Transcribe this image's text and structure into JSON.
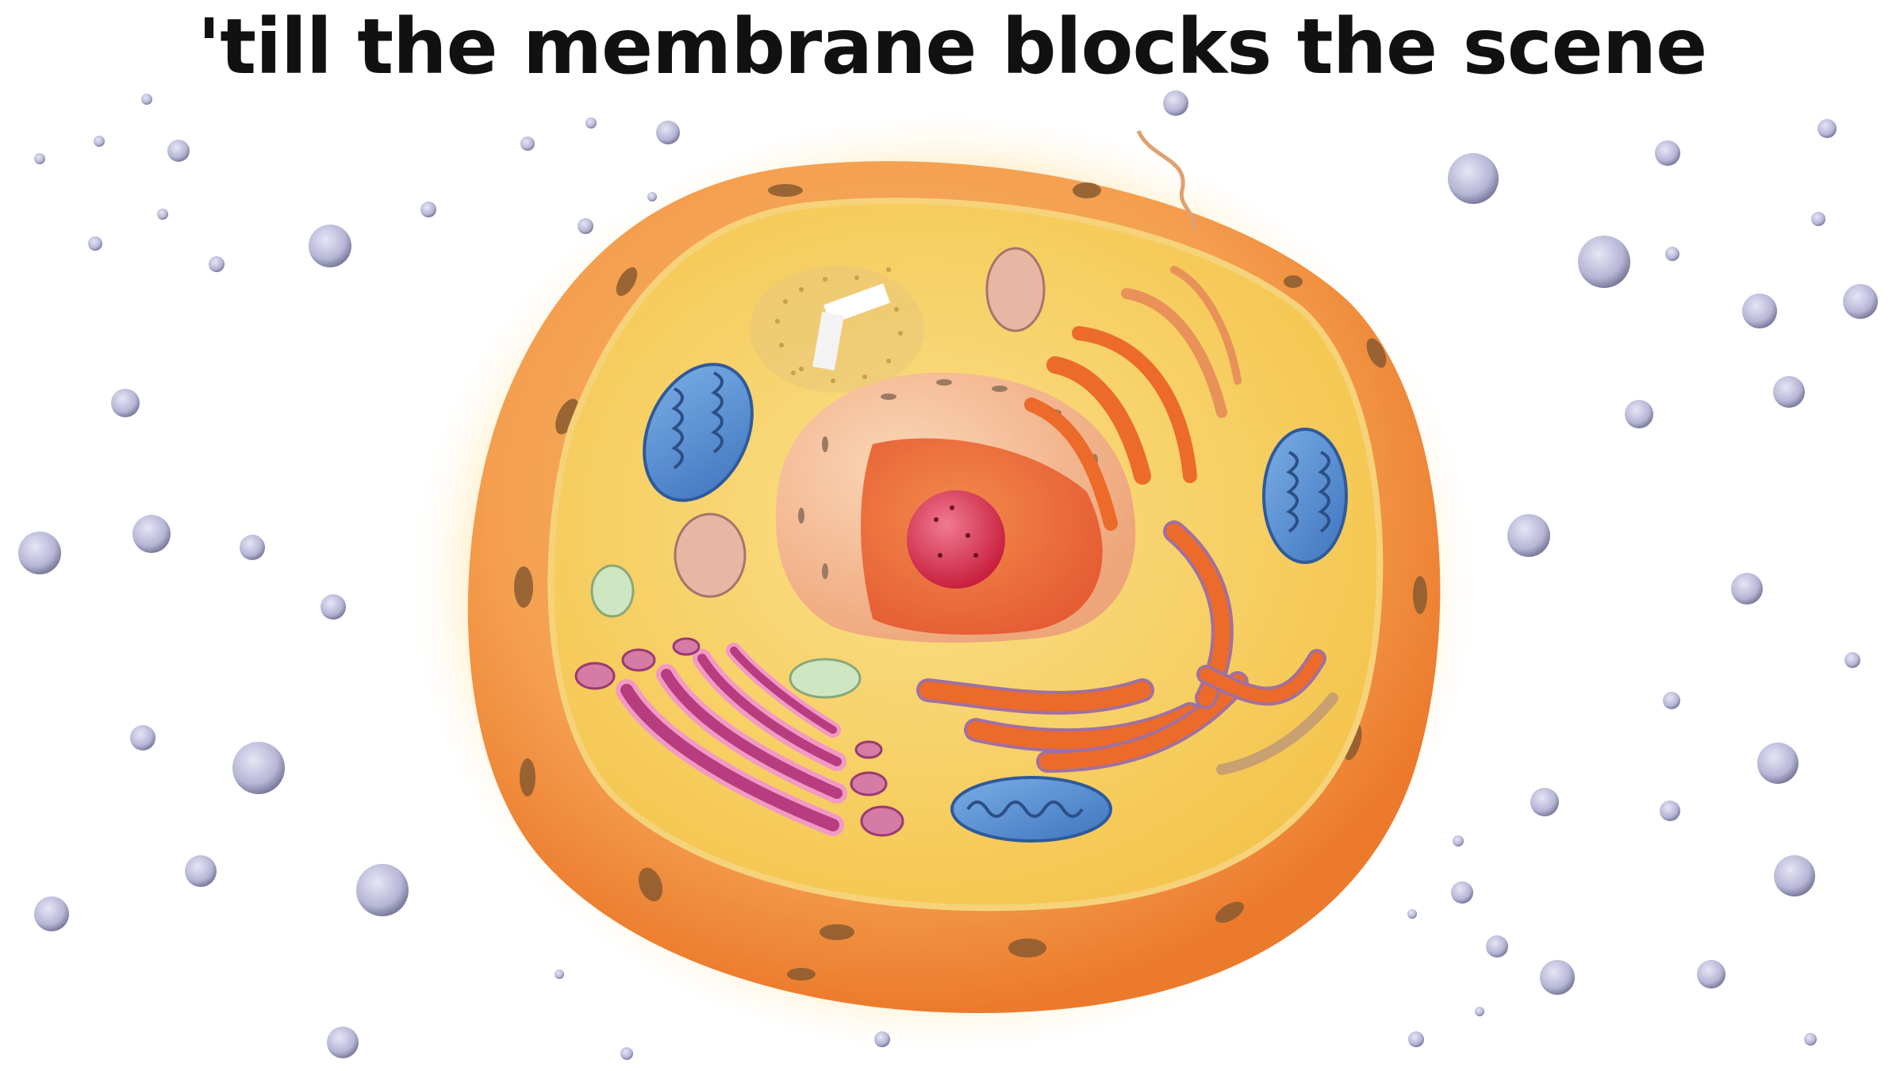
{
  "caption": {
    "text": "'till the membrane blocks the scene"
  },
  "illustration": {
    "subject": "animal cell cross-section",
    "parts": [
      "cell-membrane",
      "cytoplasm",
      "nucleus",
      "nucleolus",
      "mitochondrion",
      "golgi-apparatus",
      "rough-endoplasmic-reticulum",
      "smooth-endoplasmic-reticulum",
      "centriole",
      "vesicle",
      "lysosome",
      "extracellular-particles"
    ]
  },
  "colors": {
    "background": "#ffffff",
    "caption_text": "#111111",
    "membrane": "#f39a4c",
    "membrane_outer": "#ef7d2e",
    "cytoplasm": "#f7cf63",
    "nucleus_shell": "#f4b78d",
    "nucleus_inner": "#ee6a3a",
    "nucleolus": "#d8304a",
    "mitochondria": "#4b84cc",
    "golgi": "#c04a8e",
    "rough_er": "#ec6a2a",
    "particle": "#bcbcdc",
    "particle_edge": "#7a7a9c",
    "vesicle_pink": "#e3b0a0",
    "vesicle_green": "#c9e2bd"
  }
}
